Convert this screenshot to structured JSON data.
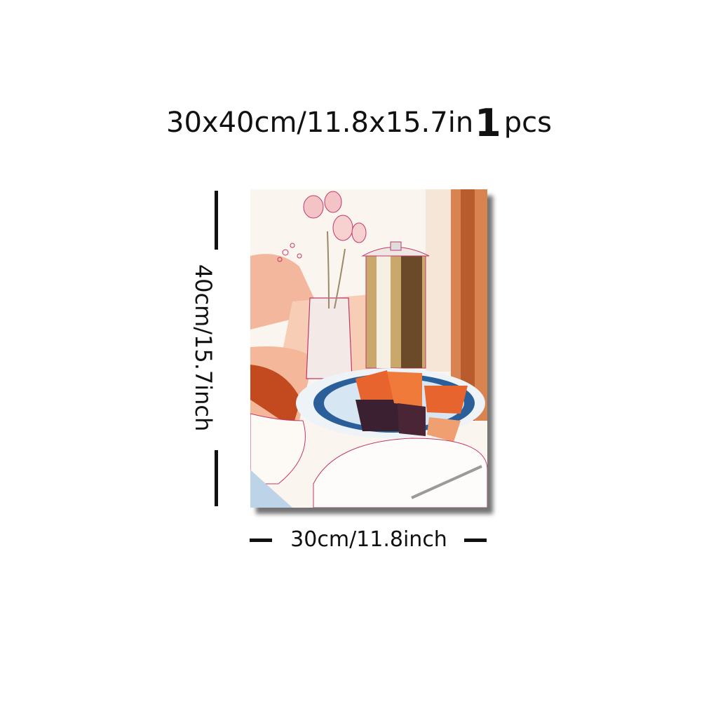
{
  "title": {
    "size": "30x40cm/11.8x15.7in",
    "count": "1",
    "unit": "pcs"
  },
  "dimensions": {
    "height": "40cm/15.7inch",
    "width": "30cm/11.8inch"
  },
  "artwork": {
    "icon": "still-life-painting-icon",
    "colors": {
      "peach": "#f4b79a",
      "orange": "#e8642e",
      "rust": "#c24a1e",
      "blue": "#2a5f9a",
      "magenta": "#c0386a"
    }
  }
}
